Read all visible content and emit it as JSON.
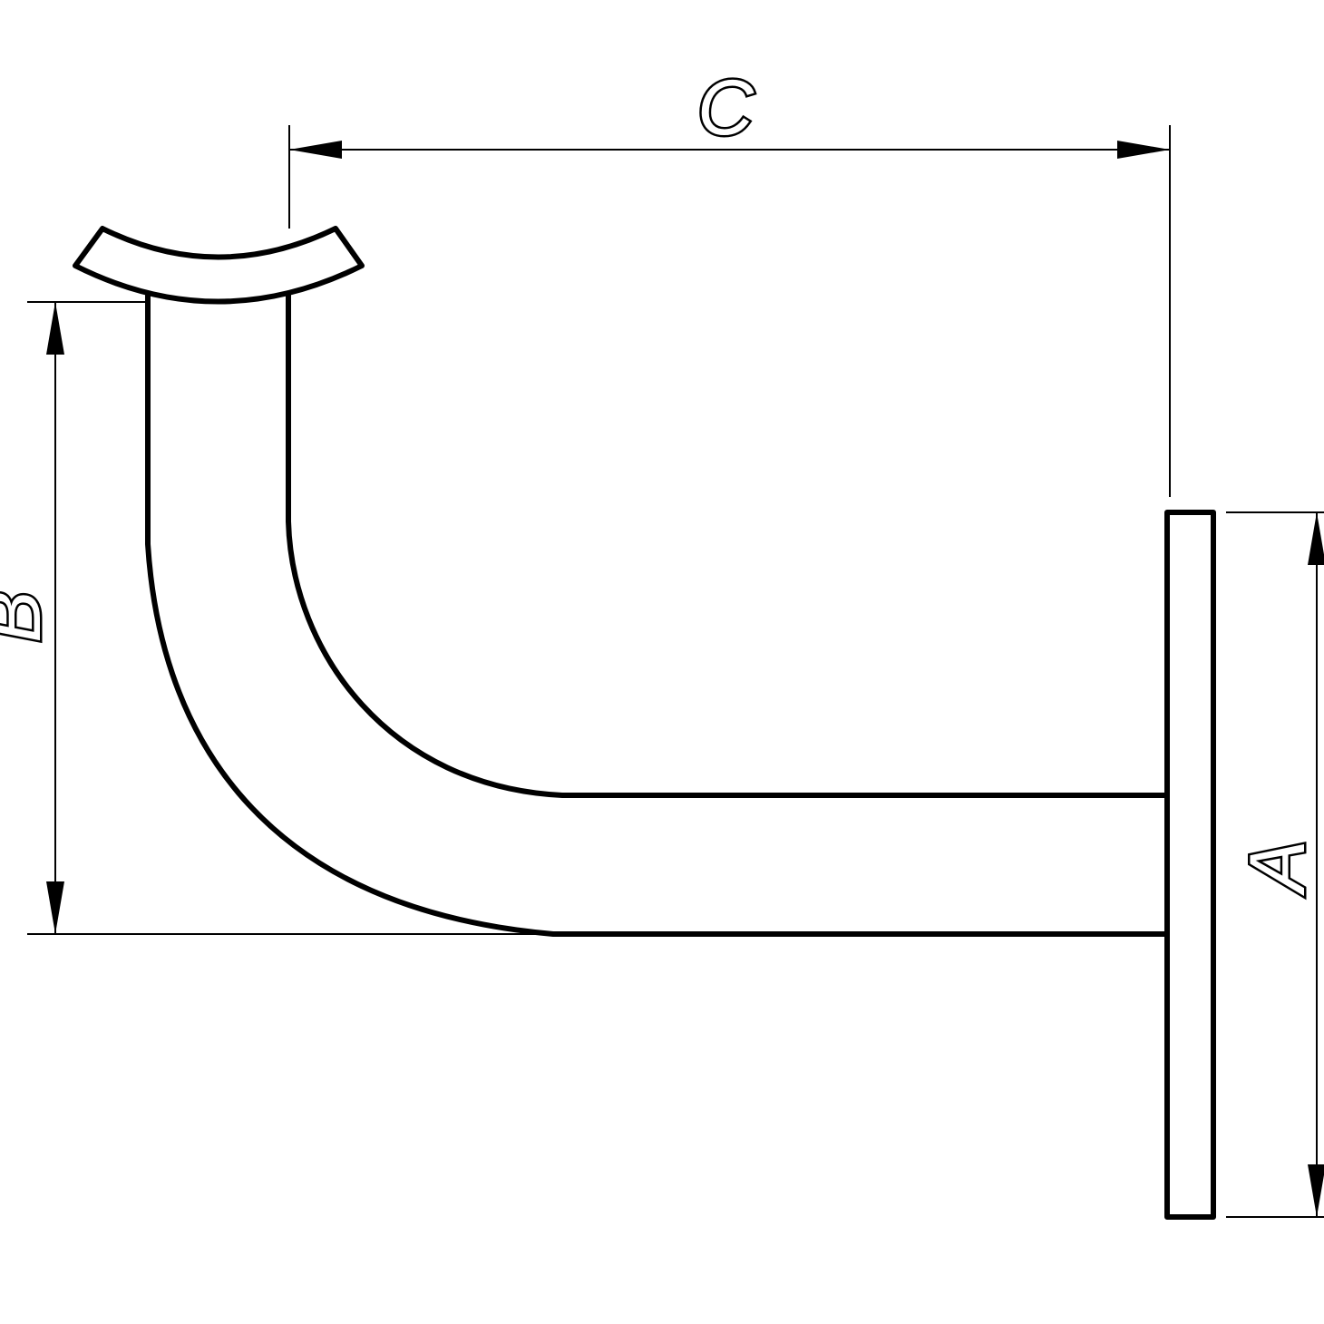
{
  "drawing": {
    "dimension_labels": {
      "a": "A",
      "b": "B",
      "c": "C"
    }
  }
}
